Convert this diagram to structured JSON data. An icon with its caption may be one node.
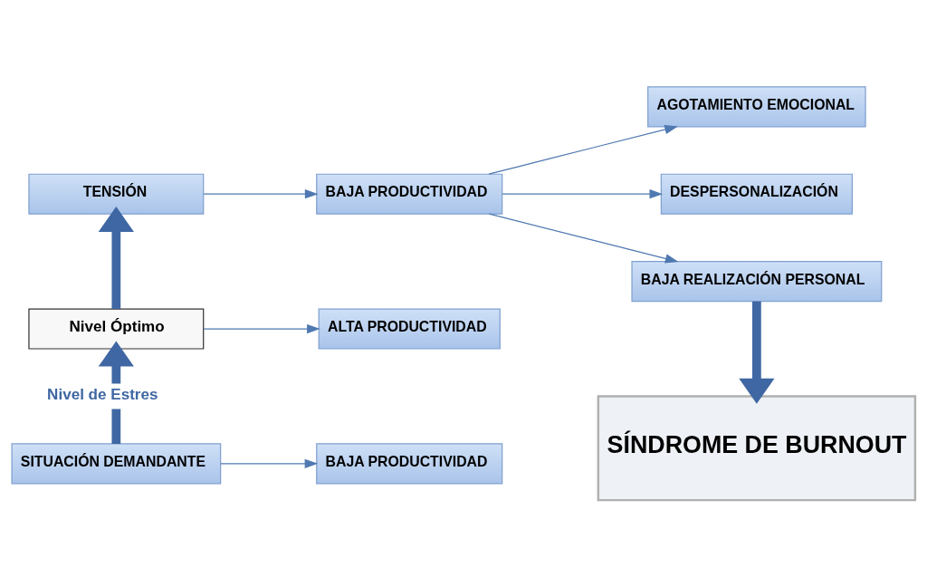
{
  "diagram": {
    "nodes": [
      {
        "text": [
          "TENSIÓN"
        ]
      },
      {
        "text": [
          "BAJA PRODUCTIVIDAD"
        ]
      },
      {
        "text": [
          "AGOTAMIENTO EMOCIONAL"
        ]
      },
      {
        "text": [
          "DESPERSONALIZACIÓN"
        ]
      },
      {
        "text": [
          "BAJA REALIZACIÓN PERSONAL"
        ]
      },
      {
        "text": [
          "SÍNDROME DE BURNOUT"
        ]
      },
      {
        "text": [
          "Nivel Óptimo"
        ]
      },
      {
        "text": [
          "ALTA PRODUCTIVIDAD"
        ]
      },
      {
        "text": [
          "SITUACIÓN DEMANDANTE"
        ]
      },
      {
        "text": [
          "BAJA PRODUCTIVIDAD"
        ]
      }
    ],
    "edges": [
      {
        "from": 0,
        "to": 1,
        "arrow": "to"
      },
      {
        "from": 1,
        "to": 2,
        "arrow": "to"
      },
      {
        "from": 1,
        "to": 3,
        "arrow": "to"
      },
      {
        "from": 1,
        "to": 4,
        "arrow": "to"
      },
      {
        "from": 4,
        "to": 5,
        "arrow": "to",
        "style": "thick"
      },
      {
        "from": 6,
        "to": 7,
        "arrow": "to"
      },
      {
        "from": 8,
        "to": 6,
        "arrow": "to",
        "style": "thick",
        "label": "Nivel de Estres"
      },
      {
        "from": 6,
        "to": 0,
        "arrow": "to",
        "style": "thick"
      },
      {
        "from": 8,
        "to": 9,
        "arrow": "to"
      }
    ]
  }
}
